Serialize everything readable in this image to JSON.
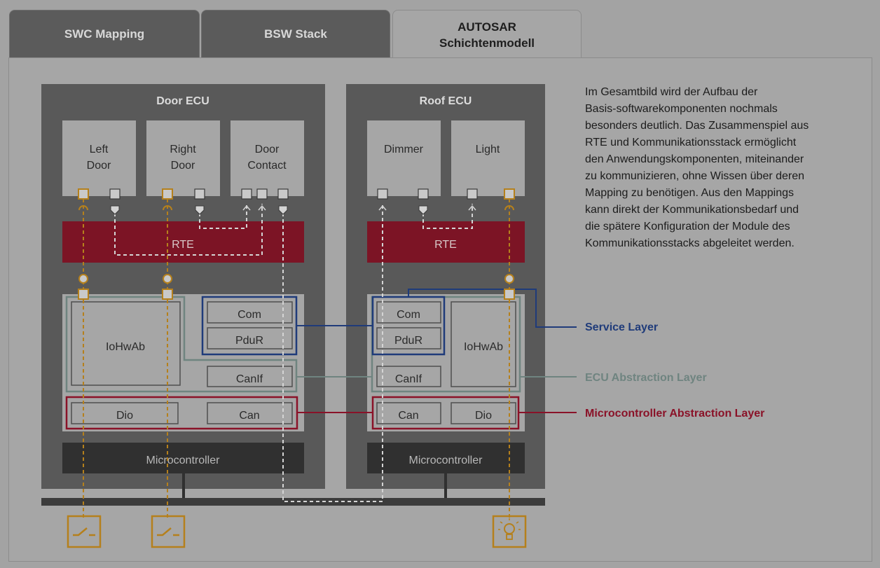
{
  "tabs": [
    {
      "label": "SWC Mapping"
    },
    {
      "label": "BSW Stack"
    },
    {
      "label_line1": "AUTOSAR",
      "label_line2": "Schichtenmodell"
    }
  ],
  "diagram": {
    "door_ecu": {
      "title": "Door ECU",
      "swc": [
        {
          "line1": "Left",
          "line2": "Door"
        },
        {
          "line1": "Right",
          "line2": "Door"
        },
        {
          "line1": "Door",
          "line2": "Contact"
        }
      ],
      "rte": "RTE",
      "iohwab": "IoHwAb",
      "com": "Com",
      "pdur": "PduR",
      "canif": "CanIf",
      "dio": "Dio",
      "can": "Can",
      "microcontroller": "Microcontroller"
    },
    "roof_ecu": {
      "title": "Roof ECU",
      "swc": [
        {
          "line1": "Dimmer"
        },
        {
          "line1": "Light"
        }
      ],
      "rte": "RTE",
      "iohwab": "IoHwAb",
      "com": "Com",
      "pdur": "PduR",
      "canif": "CanIf",
      "can": "Can",
      "dio": "Dio",
      "microcontroller": "Microcontroller"
    },
    "layers": {
      "service": {
        "label": "Service Layer",
        "color": "#1f3b7a"
      },
      "ecu_abstraction": {
        "label": "ECU Abstraction Layer",
        "color": "#6f8480"
      },
      "mcal": {
        "label": "Microcontroller Abstraction Layer",
        "color": "#8a1228"
      }
    },
    "colors": {
      "rte": "#7c1425",
      "port": "#b5801c",
      "ecu_box": "#595959",
      "microcontroller": "#303030"
    },
    "icons": [
      "switch-icon",
      "switch-icon",
      "lamp-icon"
    ]
  },
  "description": [
    "Im Gesamtbild wird der Aufbau der",
    "Basis-softwarekomponenten nochmals",
    "besonders deutlich. Das Zusammenspiel aus",
    "RTE und Kommunikationsstack ermöglicht",
    "den Anwendungskomponenten, miteinander",
    "zu kommunizieren, ohne Wissen über deren",
    "Mapping zu benötigen. Aus den Mappings",
    "kann direkt der Kommunikationsbedarf und",
    "die spätere Konfiguration der Module des",
    "Kommunikationsstacks abgeleitet werden."
  ]
}
